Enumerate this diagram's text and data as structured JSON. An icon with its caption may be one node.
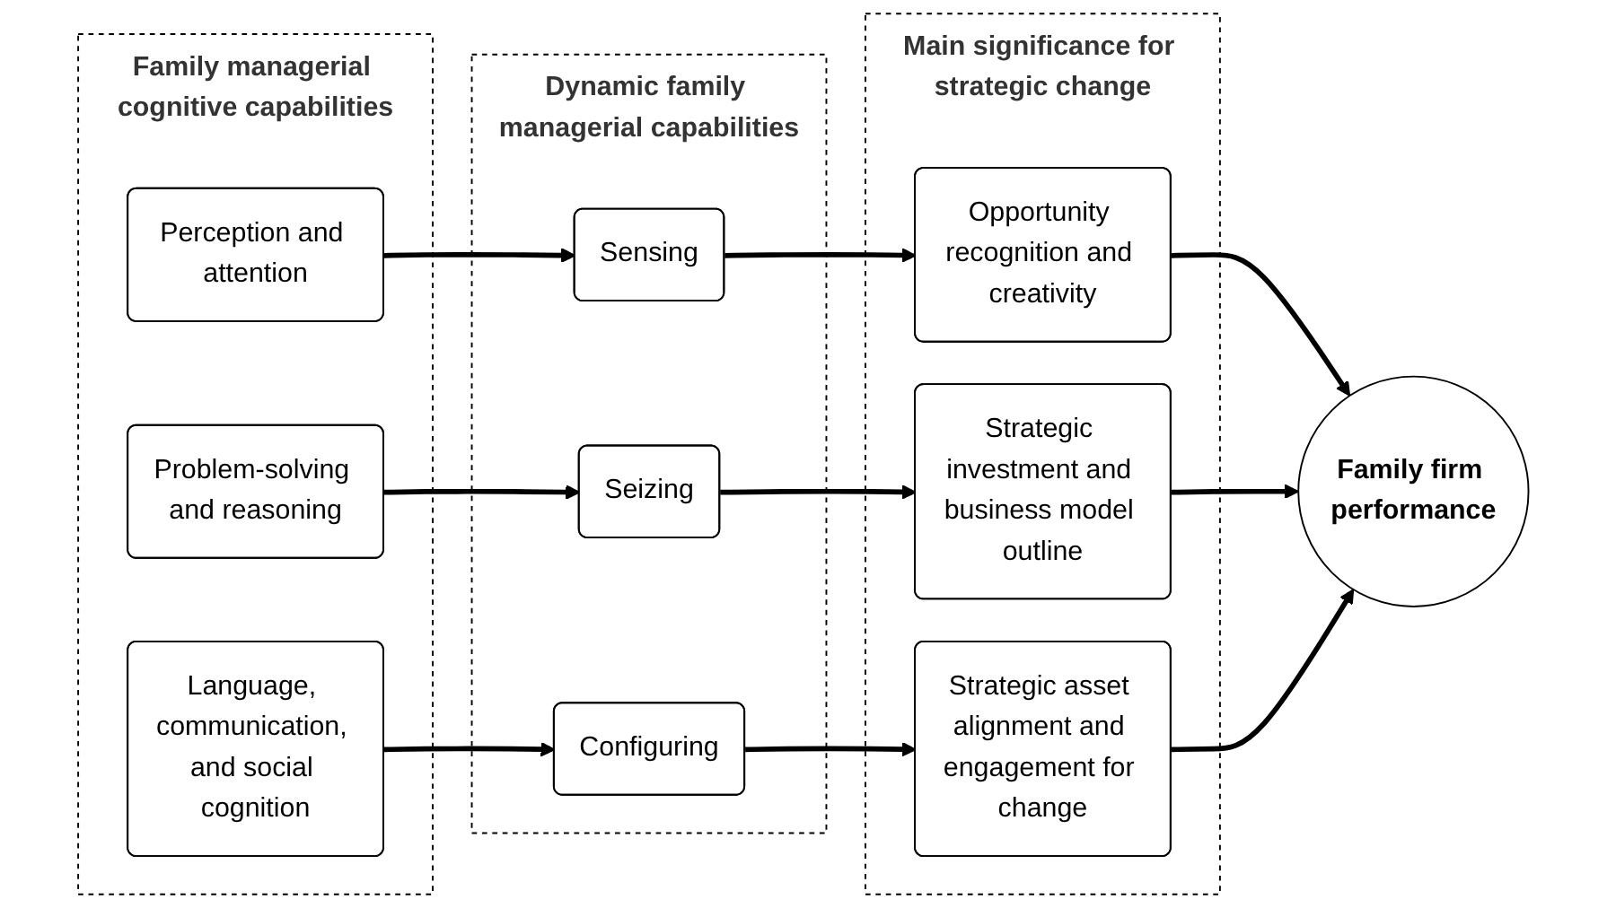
{
  "diagram": {
    "nodes": [
      {
        "text": [
          "Family managerial cognitive capabilities"
        ]
      },
      {
        "text": [
          "Perception and attention"
        ],
        "in": 0
      },
      {
        "text": [
          "Problem-solving and reasoning"
        ],
        "in": 0
      },
      {
        "text": [
          "Language, communication, and social cognition"
        ],
        "in": 0
      },
      {
        "text": [
          "Dynamic family managerial capabilities"
        ]
      },
      {
        "text": [
          "Sensing"
        ],
        "in": 4
      },
      {
        "text": [
          "Seizing"
        ],
        "in": 4
      },
      {
        "text": [
          "Configuring"
        ],
        "in": 4
      },
      {
        "text": [
          "Main significance for strategic change"
        ]
      },
      {
        "text": [
          "Opportunity recognition and creativity"
        ],
        "in": 8
      },
      {
        "text": [
          "Strategic investment and business model outline"
        ],
        "in": 8
      },
      {
        "text": [
          "Strategic asset alignment and engagement for change"
        ],
        "in": 8
      },
      {
        "text": [
          "Family firm performance"
        ]
      }
    ],
    "edges": [
      {
        "from": 1,
        "to": 5,
        "arrow": "to"
      },
      {
        "from": 2,
        "to": 6,
        "arrow": "to"
      },
      {
        "from": 3,
        "to": 7,
        "arrow": "to"
      },
      {
        "from": 5,
        "to": 9,
        "arrow": "to"
      },
      {
        "from": 6,
        "to": 10,
        "arrow": "to"
      },
      {
        "from": 7,
        "to": 11,
        "arrow": "to"
      },
      {
        "from": 9,
        "to": 12,
        "arrow": "to"
      },
      {
        "from": 10,
        "to": 12,
        "arrow": "to"
      },
      {
        "from": 11,
        "to": 12,
        "arrow": "to"
      }
    ]
  }
}
